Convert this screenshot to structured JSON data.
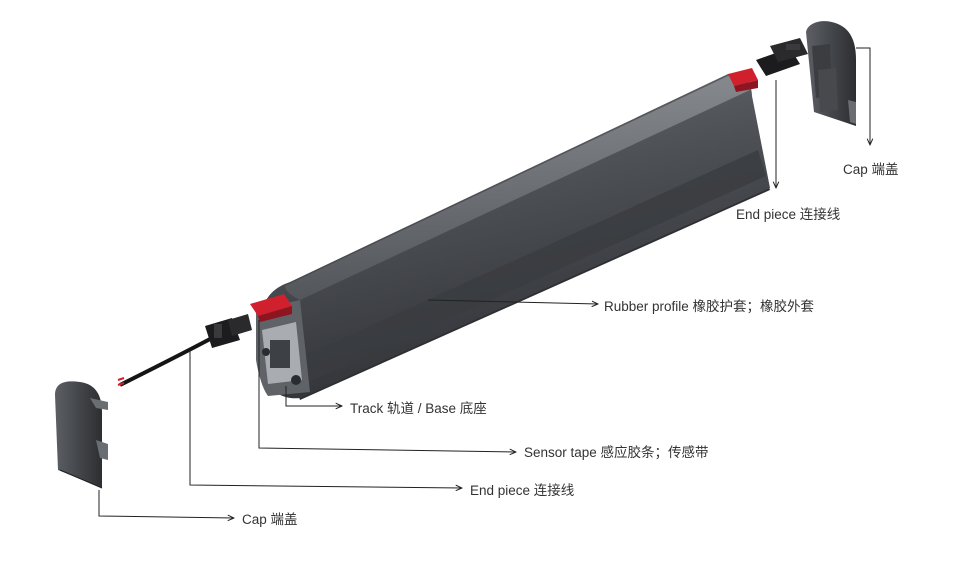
{
  "labels": {
    "cap_right": "Cap 端盖",
    "end_piece_right": "End piece 连接线",
    "rubber_profile": "Rubber profile 橡胶护套；橡胶外套",
    "track_base": "Track 轨道 / Base 底座",
    "sensor_tape": "Sensor tape 感应胶条；传感带",
    "end_piece_left": "End piece 连接线",
    "cap_left": "Cap 端盖"
  },
  "colors": {
    "rubber": "#4a4d52",
    "rubber_dark": "#2e3034",
    "rubber_light": "#6b6e73",
    "red_tab": "#d0202e",
    "connector": "#1c1c1e",
    "leader": "#222222",
    "label_text": "#333333"
  }
}
